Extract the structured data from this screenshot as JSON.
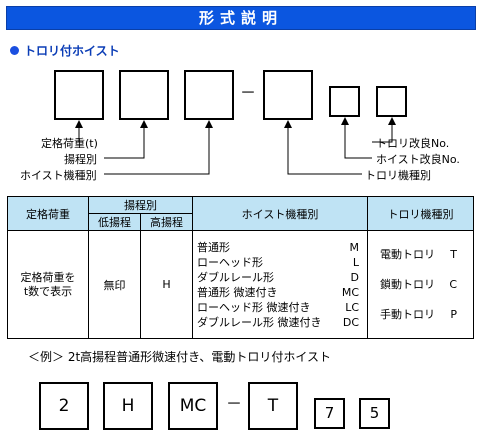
{
  "title": "形式説明",
  "subtitle": "トロリ付ホイスト",
  "diagram": {
    "dash": "－",
    "labels": {
      "capacity": "定格荷重(t)",
      "lift_type": "揚程別",
      "hoist_model": "ホイスト機種別",
      "trolley_improvement": "トロリ改良No.",
      "hoist_improvement": "ホイスト改良No.",
      "trolley_model": "トロリ機種別"
    }
  },
  "table": {
    "headers": {
      "capacity": "定格荷重",
      "lift": "揚程別",
      "lift_low": "低揚程",
      "lift_high": "高揚程",
      "hoist": "ホイスト機種別",
      "trolley": "トロリ機種別"
    },
    "capacity_cell": [
      "定格荷重を",
      "t数で表示"
    ],
    "low_lift_value": "無印",
    "high_lift_value": "H",
    "hoist_models": [
      {
        "name": "普通形",
        "code": "M"
      },
      {
        "name": "ローヘッド形",
        "code": "L"
      },
      {
        "name": "ダブルレール形",
        "code": "D"
      },
      {
        "name": "普通形 微速付き",
        "code": "MC"
      },
      {
        "name": "ローヘッド形 微速付き",
        "code": "LC"
      },
      {
        "name": "ダブルレール形 微速付き",
        "code": "DC"
      }
    ],
    "trolley_models": [
      {
        "name": "電動トロリ",
        "code": "T"
      },
      {
        "name": "鎖動トロリ",
        "code": "C"
      },
      {
        "name": "手動トロリ",
        "code": "P"
      }
    ]
  },
  "example": {
    "caption": "＜例＞ 2t高揚程普通形微速付き、電動トロリ付ホイスト",
    "values": [
      "2",
      "H",
      "MC",
      "T",
      "7",
      "5"
    ],
    "dash": "－"
  }
}
